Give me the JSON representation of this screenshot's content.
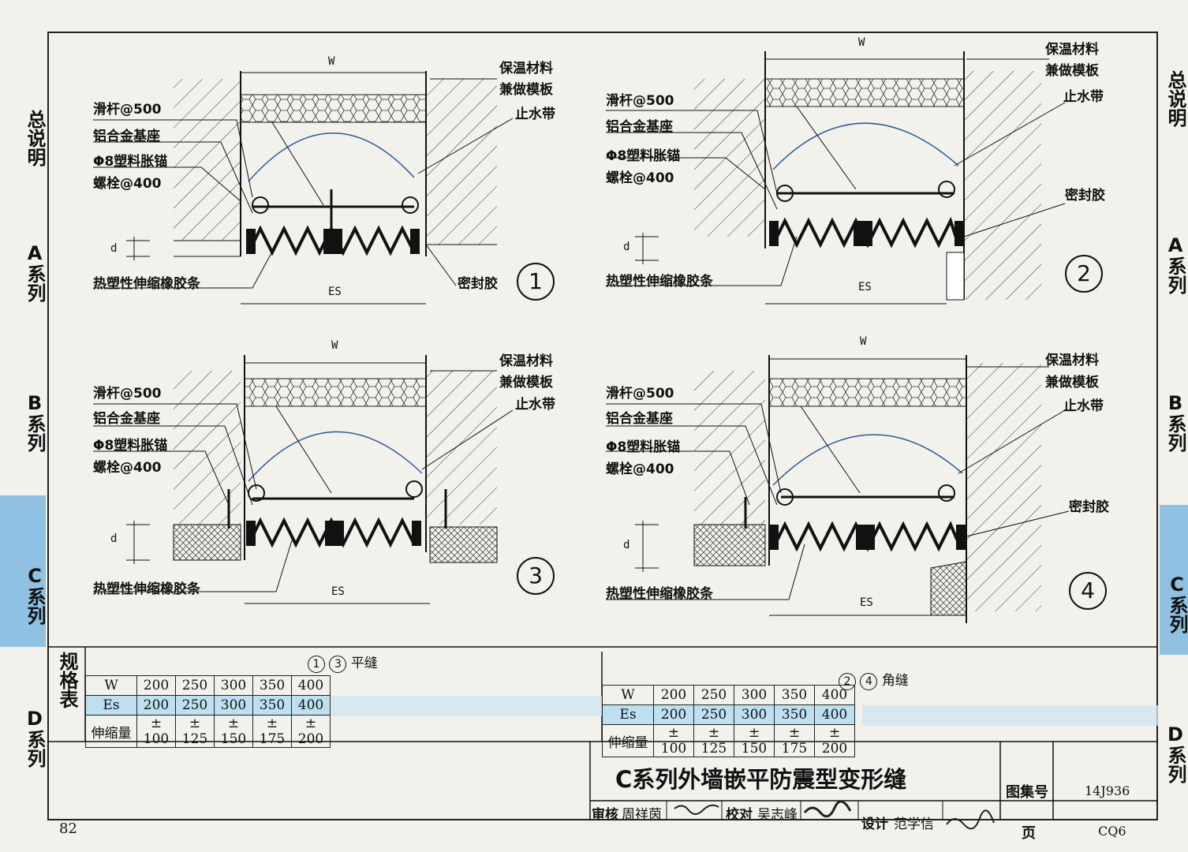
{
  "page_number": "82",
  "side_tabs_left": [
    {
      "label": "总说明",
      "active": false
    },
    {
      "label": "A系列",
      "active": false
    },
    {
      "label": "B系列",
      "active": false
    },
    {
      "label": "C系列",
      "active": true
    },
    {
      "label": "D系列",
      "active": false
    }
  ],
  "side_tabs_right": [
    {
      "label": "总说明",
      "active": false
    },
    {
      "label": "A系列",
      "active": false
    },
    {
      "label": "B系列",
      "active": false
    },
    {
      "label": "C系列",
      "active": true
    },
    {
      "label": "D系列",
      "active": false
    }
  ],
  "details": [
    {
      "number": "1",
      "left_labels": [
        "滑杆@500",
        "铝合金基座",
        "Φ8塑料胀锚",
        "螺栓@400"
      ],
      "right_labels": [
        "保温材料",
        "兼做模板",
        "止水带"
      ],
      "bottom_left_label": "热塑性伸缩橡胶条",
      "bottom_right_label": "密封胶",
      "dim_w": "W",
      "dim_es": "ES",
      "dim_d": "d"
    },
    {
      "number": "2",
      "left_labels": [
        "滑杆@500",
        "铝合金基座",
        "Φ8塑料胀锚",
        "螺栓@400"
      ],
      "right_labels": [
        "保温材料",
        "兼做模板",
        "止水带",
        "密封胶"
      ],
      "bottom_left_label": "热塑性伸缩橡胶条",
      "dim_w": "W",
      "dim_es": "ES",
      "dim_d": "d"
    },
    {
      "number": "3",
      "left_labels": [
        "滑杆@500",
        "铝合金基座",
        "Φ8塑料胀锚",
        "螺栓@400"
      ],
      "right_labels": [
        "保温材料",
        "兼做模板",
        "止水带"
      ],
      "bottom_left_label": "热塑性伸缩橡胶条",
      "dim_w": "W",
      "dim_es": "ES",
      "dim_d": "d"
    },
    {
      "number": "4",
      "left_labels": [
        "滑杆@500",
        "铝合金基座",
        "Φ8塑料胀锚",
        "螺栓@400"
      ],
      "right_labels": [
        "保温材料",
        "兼做模板",
        "止水带",
        "密封胶"
      ],
      "bottom_left_label": "热塑性伸缩橡胶条",
      "dim_w": "W",
      "dim_es": "ES",
      "dim_d": "d"
    }
  ],
  "spec_table": {
    "title": "规格表",
    "flat": {
      "heading_circles": [
        "1",
        "3"
      ],
      "heading_text": "平缝",
      "rows": [
        {
          "label": "W",
          "values": [
            "200",
            "250",
            "300",
            "350",
            "400"
          ]
        },
        {
          "label": "Es",
          "values": [
            "200",
            "250",
            "300",
            "350",
            "400"
          ]
        },
        {
          "label": "伸缩量",
          "values": [
            "± 100",
            "± 125",
            "± 150",
            "± 175",
            "± 200"
          ]
        }
      ]
    },
    "corner": {
      "heading_circles": [
        "2",
        "4"
      ],
      "heading_text": "角缝",
      "rows": [
        {
          "label": "W",
          "values": [
            "200",
            "250",
            "300",
            "350",
            "400"
          ]
        },
        {
          "label": "Es",
          "values": [
            "200",
            "250",
            "300",
            "350",
            "400"
          ]
        },
        {
          "label": "伸缩量",
          "values": [
            "± 100",
            "± 125",
            "± 150",
            "± 175",
            "± 200"
          ]
        }
      ]
    }
  },
  "title_block": {
    "title": "C系列外墙嵌平防震型变形缝",
    "atlas_label": "图集号",
    "atlas_value": "14J936",
    "page_label": "页",
    "page_value": "CQ6",
    "review_label": "审核",
    "review_name": "周祥茵",
    "check_label": "校对",
    "check_name": "吴志峰",
    "design_label": "设计",
    "design_name": "范学信"
  }
}
